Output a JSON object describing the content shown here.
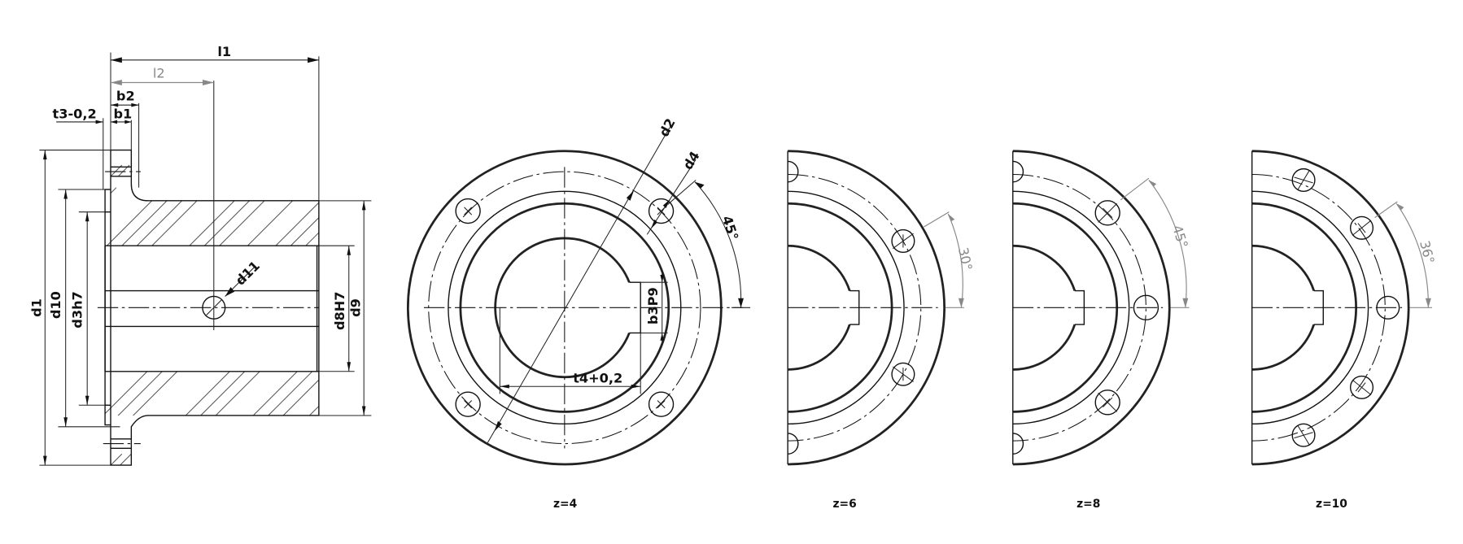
{
  "drawing": {
    "type": "technical-drawing",
    "subject": "flanged hub / bushing with bolt-hole patterns",
    "side_view": {
      "labels": {
        "l1": "l1",
        "l2": "l2",
        "b2": "b2",
        "b1": "b1",
        "t3": "t3-0,2",
        "d1": "d1",
        "d10": "d10",
        "d3": "d3h7",
        "d11": "d11",
        "d8": "d8H7",
        "d9": "d9"
      }
    },
    "front_view": {
      "labels": {
        "d2": "d2",
        "d4": "d4",
        "angle": "45°",
        "b3": "b3P9",
        "t4": "t4+0,2"
      },
      "caption": "z=4",
      "hole_count": 4
    },
    "variants": [
      {
        "caption": "z=6",
        "angle": "30°",
        "hole_count": 6
      },
      {
        "caption": "z=8",
        "angle": "45°",
        "hole_count": 8
      },
      {
        "caption": "z=10",
        "angle": "36°",
        "hole_count": 10
      }
    ],
    "colors": {
      "line": "#111111",
      "dimension_gray": "#888888",
      "background": "#ffffff"
    }
  }
}
